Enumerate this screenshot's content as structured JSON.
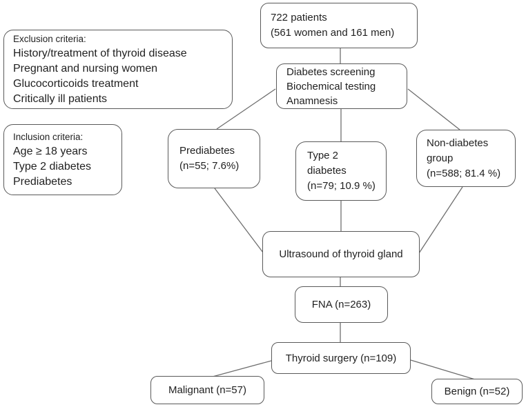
{
  "figure": {
    "type": "flowchart",
    "description": "Patient enrollment and diagnostic flow diagram"
  },
  "colors": {
    "background": "#ffffff",
    "box_border": "#595959",
    "connector_line": "#6e6e6e",
    "text": "#1f1f1f"
  },
  "nodes": {
    "patients": {
      "lines": [
        "722 patients",
        "(561 women and 161 men)"
      ]
    },
    "exclusion": {
      "title": "Exclusion criteria:",
      "items": [
        "History/treatment of thyroid disease",
        "Pregnant and nursing women",
        "Glucocorticoids treatment",
        "Critically ill patients"
      ]
    },
    "inclusion": {
      "title": "Inclusion criteria:",
      "items": [
        "Age ≥ 18 years",
        "Type 2 diabetes",
        "Prediabetes"
      ]
    },
    "screening": {
      "lines": [
        "Diabetes screening",
        "Biochemical testing",
        "Anamnesis"
      ]
    },
    "prediabetes": {
      "lines": [
        "Prediabetes",
        "(n=55; 7.6%)"
      ]
    },
    "type2": {
      "lines": [
        "Type 2",
        "diabetes",
        "(n=79; 10.9 %)"
      ]
    },
    "nondiabetes": {
      "lines": [
        "Non-diabetes",
        "group",
        "(n=588; 81.4 %)"
      ]
    },
    "ultrasound": {
      "label": "Ultrasound of thyroid gland"
    },
    "fna": {
      "label": "FNA (n=263)"
    },
    "surgery": {
      "label": "Thyroid surgery (n=109)"
    },
    "malignant": {
      "label": "Malignant (n=57)"
    },
    "benign": {
      "label": "Benign (n=52)"
    }
  }
}
